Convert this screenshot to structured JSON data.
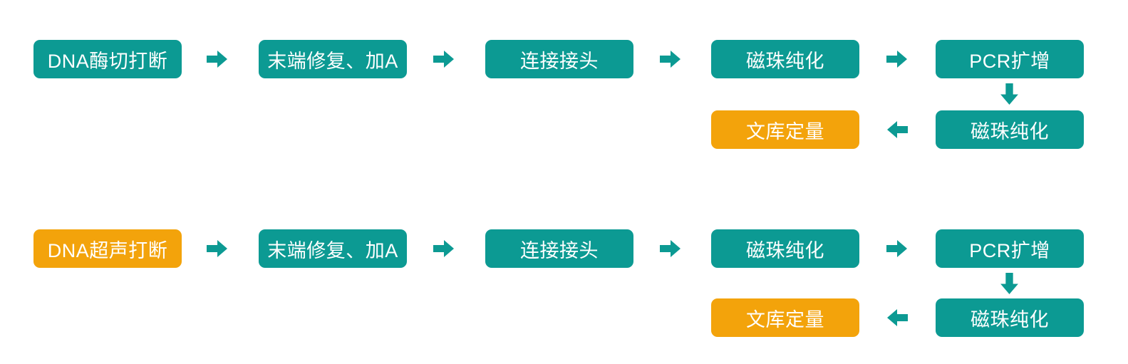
{
  "colors": {
    "teal": "#0C9A93",
    "orange": "#F3A30B",
    "box_text": "#FFFFFF",
    "background": "#FFFFFF"
  },
  "icons": {
    "arrow_right": "➡",
    "arrow_down": "⬇",
    "arrow_left": "⬅"
  },
  "flows": [
    {
      "id": "flow-enzymatic",
      "steps": [
        {
          "label": "DNA酶切打断",
          "color": "teal"
        },
        {
          "label": "末端修复、加A",
          "color": "teal"
        },
        {
          "label": "连接接头",
          "color": "teal"
        },
        {
          "label": "磁珠纯化",
          "color": "teal"
        },
        {
          "label": "PCR扩增",
          "color": "teal"
        },
        {
          "label": "磁珠纯化",
          "color": "teal"
        },
        {
          "label": "文库定量",
          "color": "orange"
        }
      ]
    },
    {
      "id": "flow-ultrasonic",
      "steps": [
        {
          "label": "DNA超声打断",
          "color": "orange"
        },
        {
          "label": "末端修复、加A",
          "color": "teal"
        },
        {
          "label": "连接接头",
          "color": "teal"
        },
        {
          "label": "磁珠纯化",
          "color": "teal"
        },
        {
          "label": "PCR扩增",
          "color": "teal"
        },
        {
          "label": "磁珠纯化",
          "color": "teal"
        },
        {
          "label": "文库定量",
          "color": "orange"
        }
      ]
    }
  ]
}
